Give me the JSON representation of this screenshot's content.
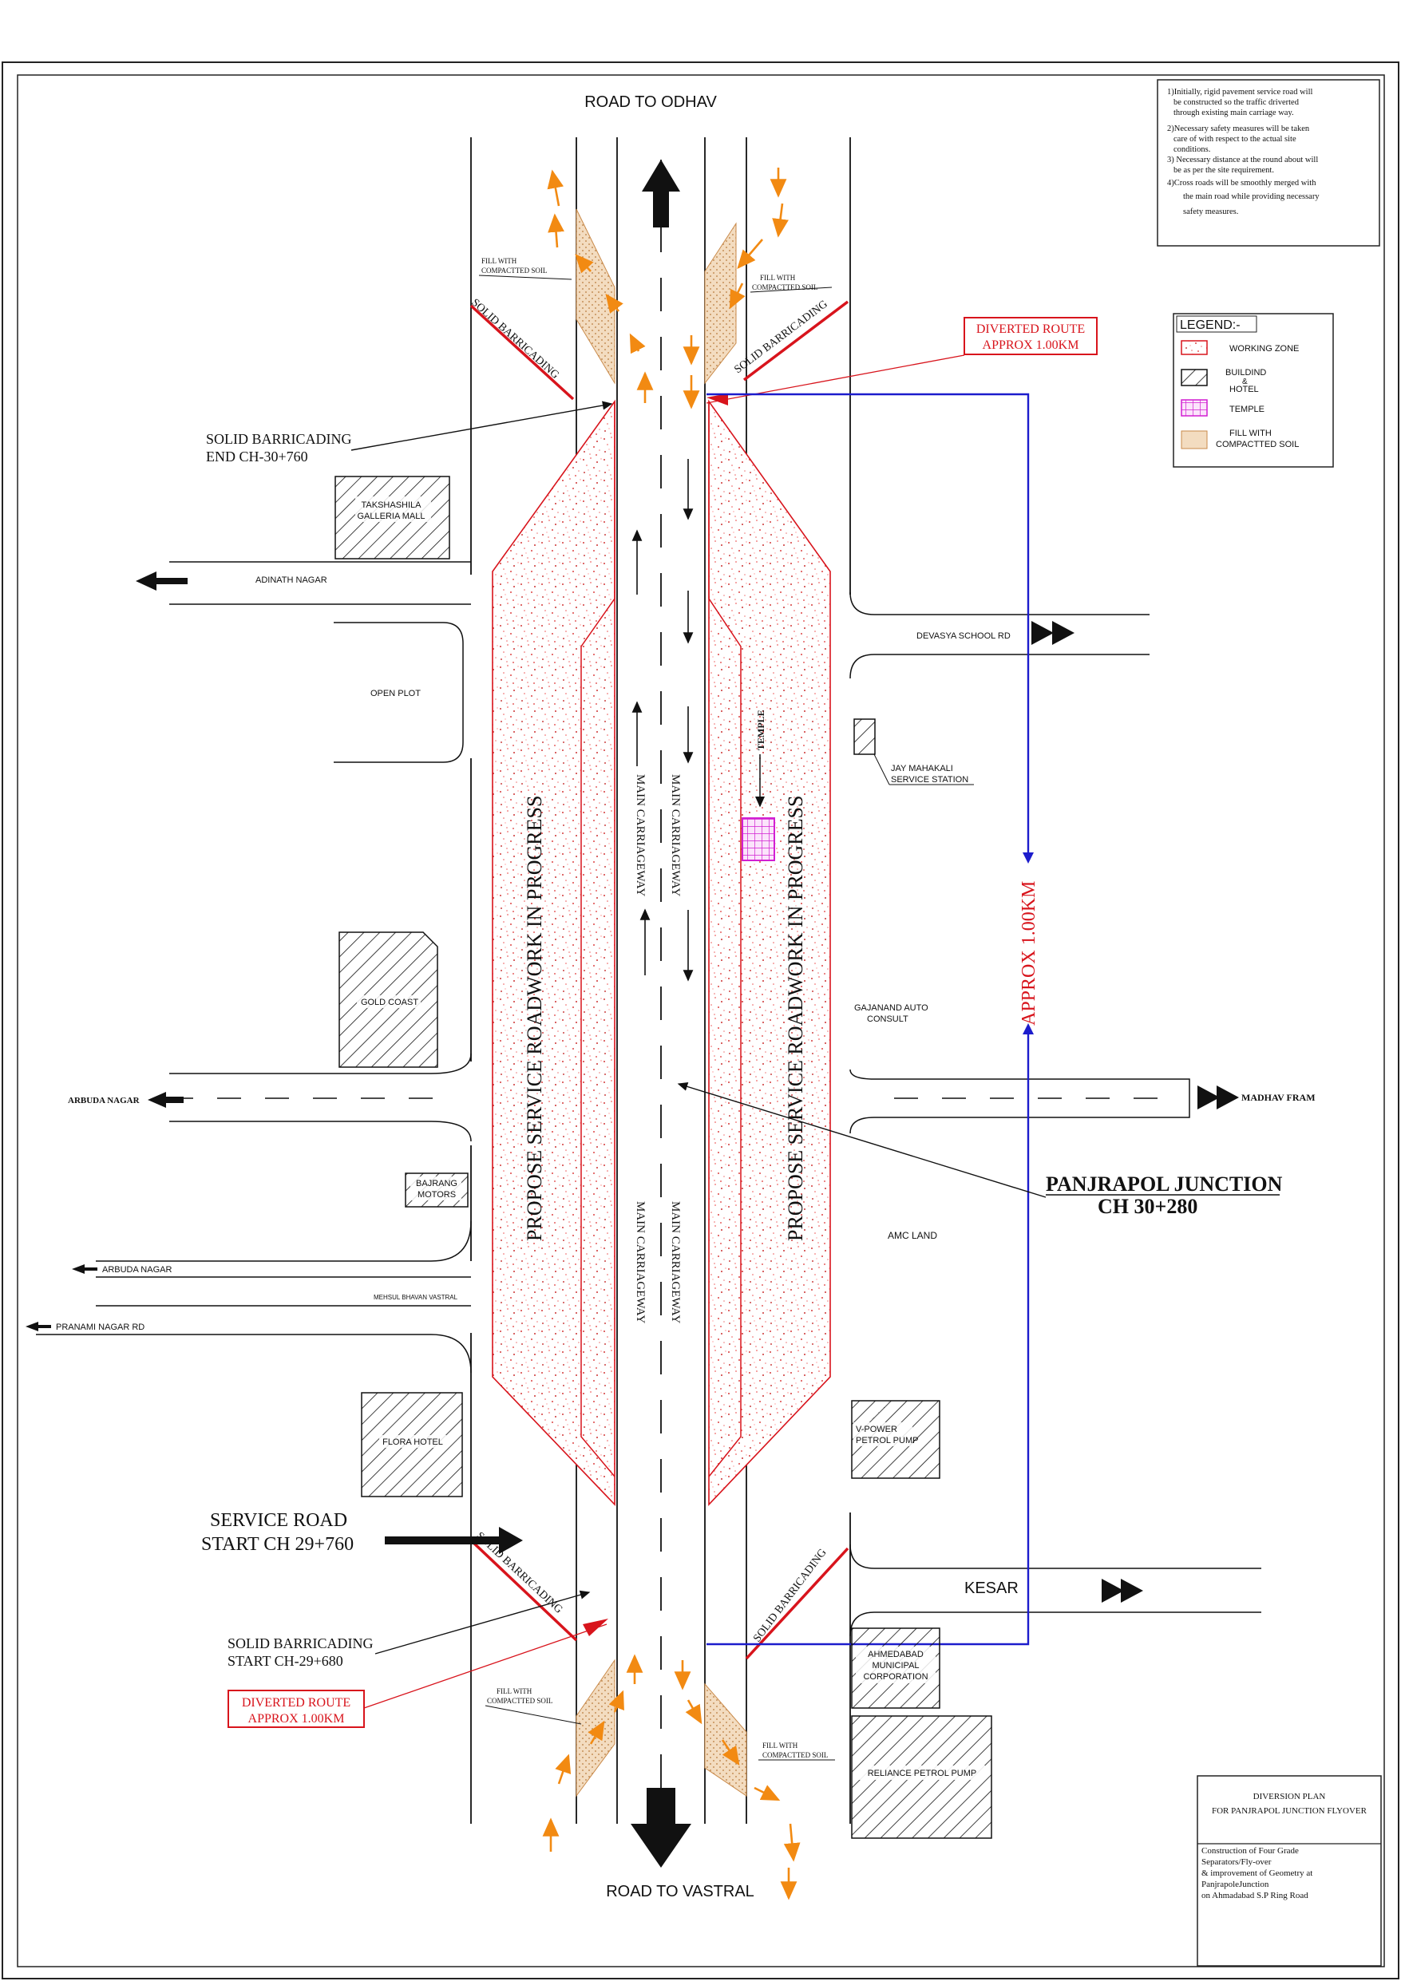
{
  "sheet": {
    "top_label": "ROAD TO ODHAV",
    "bottom_label": "ROAD TO VASTRAL"
  },
  "notes": [
    "1)Initially, rigid pavement service road will",
    "be constructed  so the traffic driverted",
    "through existing main carriage way.",
    "2)Necessary safety measures will be taken",
    "care of with respect to the actual site",
    "conditions.",
    "3) Necessary distance at the round about will",
    "be as per the site requirement.",
    "4)Cross roads will be smoothly merged with",
    "the main road while providing necessary",
    "safety measures."
  ],
  "legend": {
    "title": "LEGEND:-",
    "items": [
      {
        "label": "WORKING ZONE",
        "swatch": "working-zone"
      },
      {
        "label": "BUILDIND",
        "label2": "&",
        "label3": "HOTEL",
        "swatch": "building"
      },
      {
        "label": "TEMPLE",
        "swatch": "temple"
      },
      {
        "label": "FILL WITH",
        "label2": "COMPACTTED SOIL",
        "swatch": "fill-soil"
      }
    ]
  },
  "labels": {
    "fill_soil_line1": "FILL WITH",
    "fill_soil_line2": "COMPACTTED SOIL",
    "solid_barricading": "SOLID BARRICADING",
    "barricading_end_line1": "SOLID BARRICADING",
    "barricading_end_line2": "END CH-30+760",
    "barricading_start_line1": "SOLID BARRICADING",
    "barricading_start_line2": "START CH-29+680",
    "diverted_route_line1": "DIVERTED ROUTE",
    "diverted_route_line2": "APPROX 1.00KM",
    "approx_vertical": "APPROX 1.00KM",
    "service_road_line1": "SERVICE ROAD",
    "service_road_line2": "START CH 29+760",
    "propose_service": "PROPOSE SERVICE ROADWORK IN PROGRESS",
    "main_carriageway": "MAIN CARRIAGEWAY",
    "junction_line1": "PANJRAPOL JUNCTION",
    "junction_line2": "CH 30+280",
    "temple": "TEMPLE"
  },
  "places": {
    "takshashila_line1": "TAKSHASHILA",
    "takshashila_line2": "GALLERIA MALL",
    "adinath_nagar": "ADINATH NAGAR",
    "open_plot": "OPEN PLOT",
    "gold_coast": "GOLD COAST",
    "arbuda_nagar_bold": "ARBUDA NAGAR",
    "bajrang_line1": "BAJRANG",
    "bajrang_line2": "MOTORS",
    "arbuda_nagar": "ARBUDA NAGAR",
    "mehsul_bhavan": "MEHSUL BHAVAN VASTRAL",
    "pranami_nagar": "PRANAMI NAGAR RD",
    "flora_hotel": "FLORA HOTEL",
    "devasya_school": "DEVASYA SCHOOL RD",
    "jay_mahakali_line1": "JAY MAHAKALI",
    "jay_mahakali_line2": "SERVICE STATION",
    "gajanand_line1": "GAJANAND AUTO",
    "gajanand_line2": "CONSULT",
    "madhav_fram": "MADHAV FRAM",
    "amc_land": "AMC LAND",
    "vpower_line1": "V-POWER",
    "vpower_line2": "PETROL PUMP",
    "kesar": "KESAR",
    "amc_line1": "AHMEDABAD",
    "amc_line2": "MUNICIPAL",
    "amc_line3": "CORPORATION",
    "reliance": "RELIANCE PETROL PUMP"
  },
  "title_block": {
    "line1": "DIVERSION PLAN",
    "line2": "FOR PANJRAPOL JUNCTION FLYOVER",
    "desc1": "Construction of Four Grade",
    "desc2": "Separators/Fly-over",
    "desc3": "& improvement of Geometry at",
    "desc4": "PanjrapoleJunction",
    "desc5": "on Ahmadabad S.P Ring Road"
  },
  "colors": {
    "barricade": "#d8141c",
    "diversion": "#1c1ccc",
    "traffic_arrow": "#f28a12",
    "temple": "#d21fd2",
    "fill_soil": "#f3dcc0"
  }
}
